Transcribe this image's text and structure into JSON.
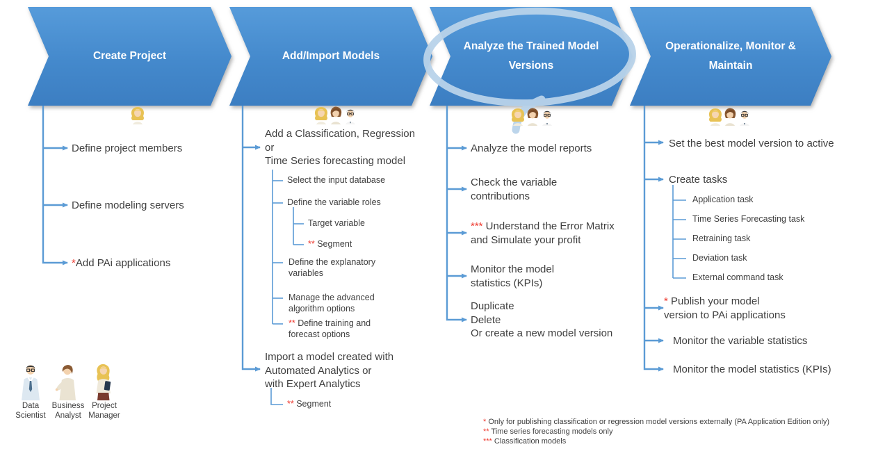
{
  "title": "Predictive model lifecycle process diagram",
  "colors": {
    "chevron_gradient_top": "#569bda",
    "chevron_gradient_bottom": "#3c7ec2",
    "connector_blue": "#5b9bd5",
    "highlight_ellipse": "#b9d3ea",
    "body_text": "#3f3f3f",
    "marker_red": "#ee3a30",
    "background": "#ffffff"
  },
  "stages": [
    {
      "label": "Create Project",
      "highlighted": false,
      "personas": [
        "project-manager-icon"
      ]
    },
    {
      "label": "Add/Import Models",
      "highlighted": false,
      "personas": [
        "project-manager-icon",
        "business-analyst-icon",
        "data-scientist-icon"
      ]
    },
    {
      "label": "Analyze the Trained Model Versions",
      "highlighted": true,
      "personas": [
        "project-manager-icon",
        "business-analyst-icon",
        "data-scientist-icon"
      ]
    },
    {
      "label": "Operationalize, Monitor & Maintain",
      "highlighted": false,
      "personas": [
        "project-manager-icon",
        "business-analyst-icon",
        "data-scientist-icon"
      ]
    }
  ],
  "columns": [
    {
      "items": [
        {
          "prefix": "",
          "text": "Define project members"
        },
        {
          "prefix": "",
          "text": "Define modeling servers"
        },
        {
          "prefix": "*",
          "text": "Add PAi applications"
        }
      ]
    },
    {
      "items": [
        {
          "prefix": "",
          "text": "Add a Classification, Regression\nor\nTime Series forecasting model"
        },
        {
          "prefix": "",
          "text": "Select the input database"
        },
        {
          "prefix": "",
          "text": "Define the variable roles"
        },
        {
          "prefix": "",
          "text": "Target variable"
        },
        {
          "prefix": "**",
          "text": " Segment"
        },
        {
          "prefix": "",
          "text": "Define the explanatory\nvariables"
        },
        {
          "prefix": "",
          "text": "Manage the advanced\nalgorithm options"
        },
        {
          "prefix": "**",
          "text": " Define training and\nforecast options"
        },
        {
          "prefix": "",
          "text": "Import a model created with\nAutomated Analytics or\nwith Expert Analytics"
        },
        {
          "prefix": "**",
          "text": " Segment"
        }
      ]
    },
    {
      "items": [
        {
          "prefix": "",
          "text": "Analyze the model reports"
        },
        {
          "prefix": "",
          "text": "Check the variable\ncontributions"
        },
        {
          "prefix": "***",
          "text": " Understand the Error Matrix\nand Simulate your profit"
        },
        {
          "prefix": "",
          "text": "Monitor the model\nstatistics (KPIs)"
        },
        {
          "prefix": "",
          "text": "Duplicate\nDelete\nOr create a new model version"
        }
      ]
    },
    {
      "items": [
        {
          "prefix": "",
          "text": "Set the best model version to active"
        },
        {
          "prefix": "",
          "text": "Create tasks"
        },
        {
          "prefix": "",
          "text": "Application task"
        },
        {
          "prefix": "",
          "text": "Time Series Forecasting task"
        },
        {
          "prefix": "",
          "text": "Retraining task"
        },
        {
          "prefix": "",
          "text": "Deviation task"
        },
        {
          "prefix": "",
          "text": "External command task"
        },
        {
          "prefix": "*",
          "text": " Publish your model\nversion to PAi applications"
        },
        {
          "prefix": "",
          "text": "Monitor the variable statistics"
        },
        {
          "prefix": "",
          "text": "Monitor the model statistics (KPIs)"
        }
      ]
    }
  ],
  "legend": [
    {
      "role": "Data\nScientist",
      "icon": "data-scientist-icon"
    },
    {
      "role": "Business\nAnalyst",
      "icon": "business-analyst-icon"
    },
    {
      "role": "Project\nManager",
      "icon": "project-manager-icon"
    }
  ],
  "footnotes": [
    {
      "prefix": "*",
      "text": " Only for publishing classification or regression model versions externally (PA Application Edition only)"
    },
    {
      "prefix": "**",
      "text": " Time series forecasting models only"
    },
    {
      "prefix": "***",
      "text": " Classification models"
    }
  ]
}
